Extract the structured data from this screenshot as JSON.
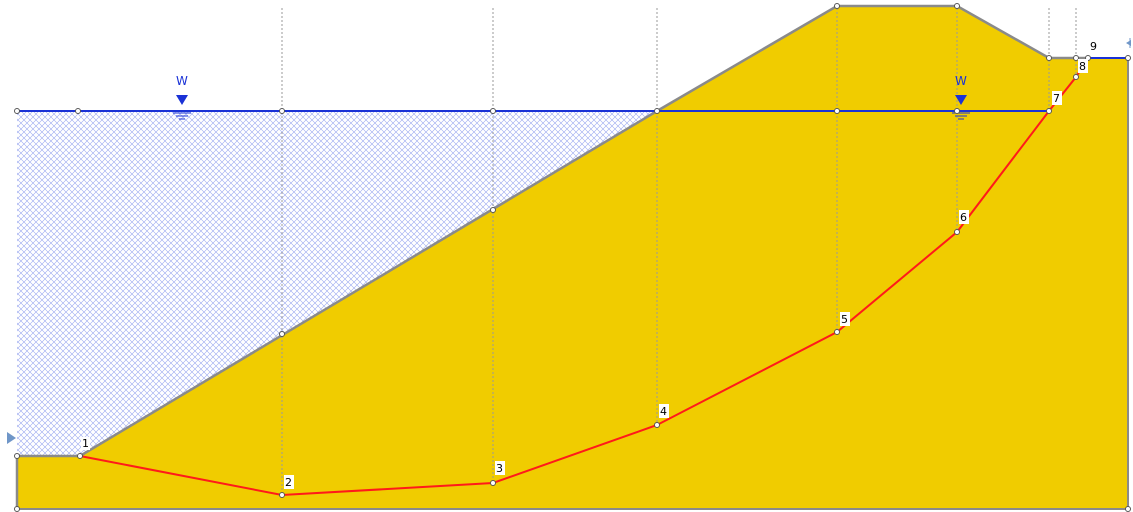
{
  "colors": {
    "soil": "#f0cc00",
    "terrain_line": "#8a8a8a",
    "water_line": "#1a32d6",
    "water_hatch": "#9aa8f0",
    "slip_line": "#ff1a1a",
    "section_line": "#9a9a9a",
    "node_fill": "#ffffff",
    "node_stroke": "#555555"
  },
  "water_label": "W",
  "point_labels": [
    "1",
    "2",
    "3",
    "4",
    "5",
    "6",
    "7",
    "8",
    "9"
  ],
  "icons": [
    "water-table-marker-icon",
    "left-boundary-arrow-icon",
    "right-boundary-arrow-icon"
  ]
}
